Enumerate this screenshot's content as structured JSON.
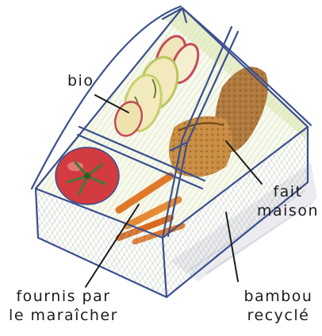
{
  "illustration": {
    "subject": "lunch-box-drawing",
    "colors": {
      "pencil_blue": "#3b4f8f",
      "bamboo_green": "#c6d49a",
      "carrot_orange": "#e0782a",
      "tomato_red": "#d23b3f",
      "bread_brown": "#b07a3e",
      "paper_white": "#ffffff"
    }
  },
  "labels": {
    "bio": "bio",
    "fait_line1": "fait",
    "fait_line2": "maison",
    "fournis_line1": "fournis par",
    "fournis_line2": "le maraîcher",
    "bambou_line1": "bambou",
    "bambou_line2": "recyclé"
  }
}
